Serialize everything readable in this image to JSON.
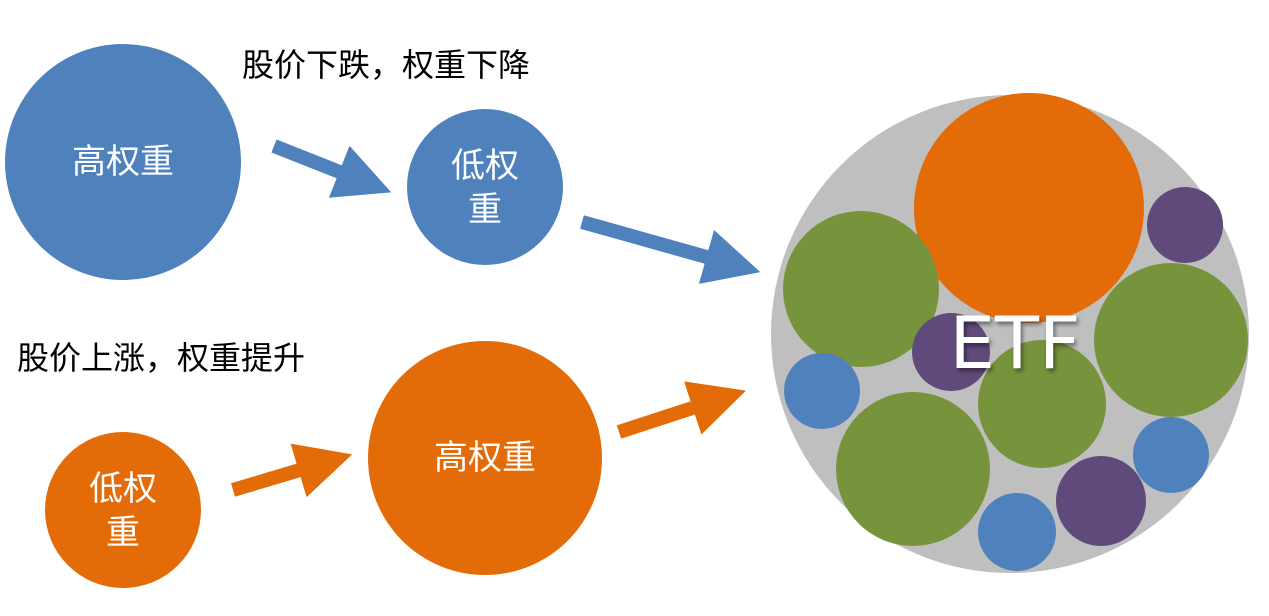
{
  "captions": {
    "price_down": "股价下跌，权重下降",
    "price_up": "股价上涨，权重提升"
  },
  "nodes": {
    "blue_high": "高权重",
    "blue_low_line1": "低权",
    "blue_low_line2": "重",
    "orange_low_line1": "低权",
    "orange_low_line2": "重",
    "orange_high": "高权重"
  },
  "etf": {
    "label": "ETF"
  },
  "colors": {
    "blue": "#4f81bd",
    "orange": "#e36c09",
    "green": "#77933c",
    "purple": "#604a7b",
    "gray": "#bfbfbf"
  }
}
